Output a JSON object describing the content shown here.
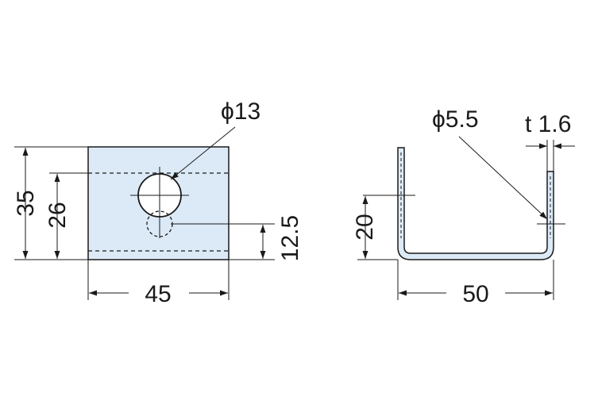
{
  "drawing": {
    "colors": {
      "line": "#1a1a1a",
      "part_fill": "#dceaf7"
    },
    "front_view": {
      "hole_label": "ϕ13",
      "height_label": "35",
      "inner_height_label": "26",
      "hole_offset_label": "12.5",
      "width_label": "45"
    },
    "side_view": {
      "hole_label": "ϕ5.5",
      "thickness_label": "t 1.6",
      "height_label": "20",
      "width_label": "50"
    }
  }
}
